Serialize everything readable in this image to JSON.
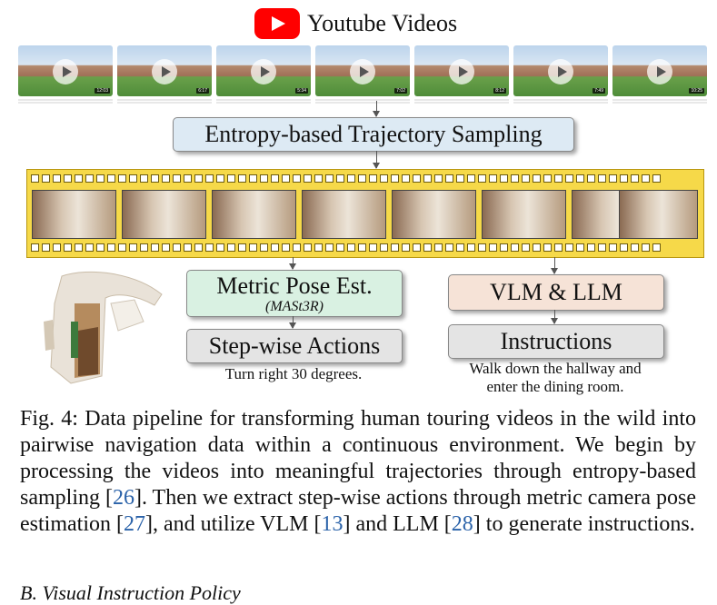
{
  "header": {
    "title": "Youtube Videos",
    "logo_icon": "youtube-logo-icon"
  },
  "thumbnails": [
    {
      "duration": "12:03"
    },
    {
      "duration": "6:17"
    },
    {
      "duration": "5:34"
    },
    {
      "duration": "7:02"
    },
    {
      "duration": "8:12"
    },
    {
      "duration": "7:49"
    },
    {
      "duration": "10:25"
    }
  ],
  "pipeline": {
    "entropy_label": "Entropy-based Trajectory Sampling",
    "metric_label": "Metric Pose Est.",
    "metric_sub": "(MASt3R)",
    "steps_label": "Step-wise Actions",
    "steps_example": "Turn right 30 degrees.",
    "vlm_label": "VLM & LLM",
    "instructions_label": "Instructions",
    "instructions_example_line1": "Walk down the hallway and",
    "instructions_example_line2": "enter the dining room."
  },
  "caption": {
    "text_1": "Fig. 4: Data pipeline for transforming human touring videos in the wild into pairwise navigation data within a continuous environment. We begin by processing the videos into meaningful trajectories through entropy-based sampling [",
    "ref_26": "26",
    "text_2": "]. Then we extract step-wise actions through metric camera pose estimation [",
    "ref_27": "27",
    "text_3": "], and utilize VLM [",
    "ref_13": "13",
    "text_4": "] and LLM [",
    "ref_28": "28",
    "text_5": "] to generate instructions."
  },
  "next_heading": "B. Visual Instruction Policy",
  "colors": {
    "youtube_red": "#ff0000",
    "film_yellow": "#f6d949",
    "entropy_box": "#ddeaf4",
    "metric_box": "#d9f1e2",
    "vlm_box": "#f6e3d7",
    "gray_box": "#e4e4e4",
    "cite_blue": "#2a62a9"
  }
}
